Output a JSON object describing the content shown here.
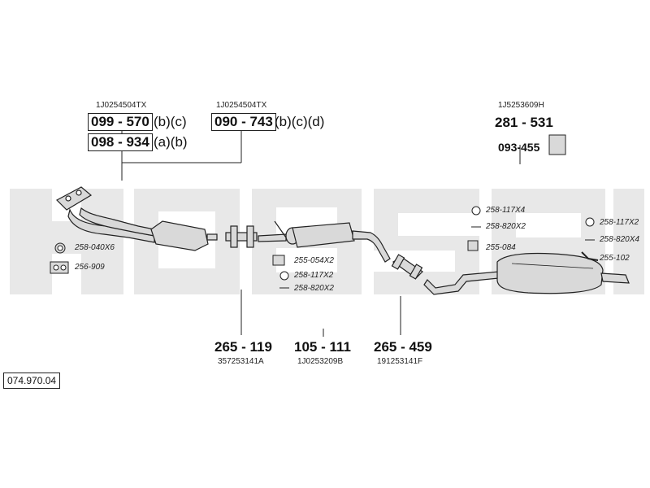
{
  "diagram_number": "074.970.04",
  "front_pipe": {
    "oem_1": "1J0254504TX",
    "part_1": "099 - 570",
    "suffix_1": "(b)(c)",
    "part_2": "098 - 934",
    "suffix_2": "(a)(b)",
    "oem_2": "1J0254504TX",
    "part_3": "090 - 743",
    "suffix_3": "(b)(c)(d)"
  },
  "mounting_kit": {
    "oem": "1J5253609H",
    "part": "281 - 531",
    "sub_part": "093-455"
  },
  "pipes": [
    {
      "part": "265 - 119",
      "oem": "357253141A"
    },
    {
      "part": "105 - 111",
      "oem": "1J0253209B"
    },
    {
      "part": "265 - 459",
      "oem": "191253141F"
    }
  ],
  "accessories": {
    "a1": "258-040X6",
    "a2": "256-909",
    "a3": "255-054X2",
    "a4": "258-117X2",
    "a5": "258-820X2",
    "a6": "258-117X4",
    "a7": "258-820X2",
    "a8": "255-084",
    "a9": "258-117X2",
    "a10": "258-820X4",
    "a11": "255-102"
  },
  "colors": {
    "watermark": "#e6e6e6",
    "line": "#222222",
    "part_fill": "#d9d9d9"
  }
}
